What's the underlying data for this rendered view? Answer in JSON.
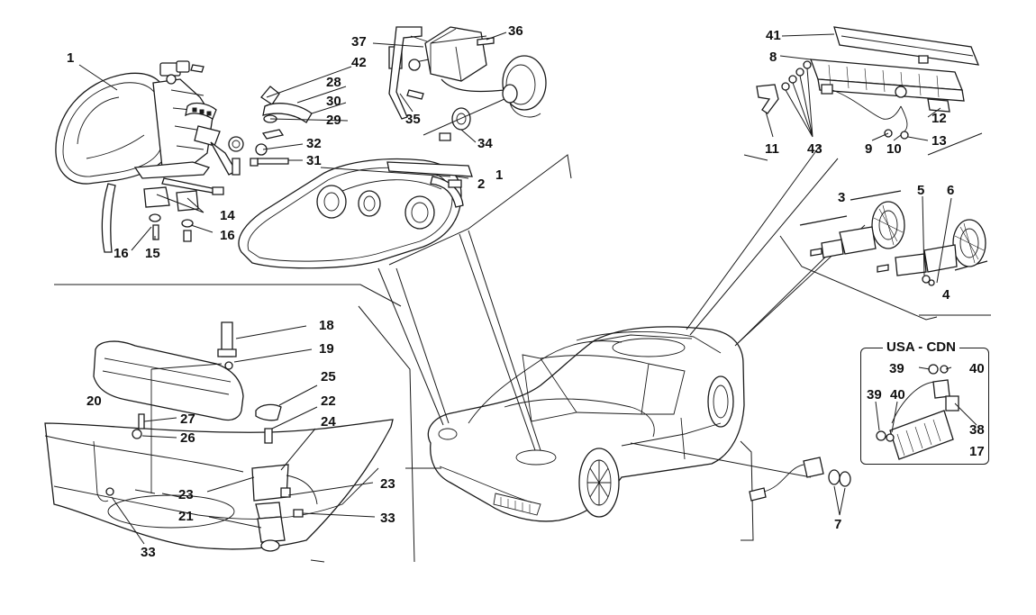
{
  "diagram": {
    "region_label": "USA - CDN",
    "callouts": [
      {
        "id": "callout-1a",
        "text": "1"
      },
      {
        "id": "callout-1b",
        "text": "1"
      },
      {
        "id": "callout-2",
        "text": "2"
      },
      {
        "id": "callout-3",
        "text": "3"
      },
      {
        "id": "callout-4",
        "text": "4"
      },
      {
        "id": "callout-5",
        "text": "5"
      },
      {
        "id": "callout-6",
        "text": "6"
      },
      {
        "id": "callout-7",
        "text": "7"
      },
      {
        "id": "callout-8",
        "text": "8"
      },
      {
        "id": "callout-9",
        "text": "9"
      },
      {
        "id": "callout-10",
        "text": "10"
      },
      {
        "id": "callout-11",
        "text": "11"
      },
      {
        "id": "callout-12",
        "text": "12"
      },
      {
        "id": "callout-13",
        "text": "13"
      },
      {
        "id": "callout-14",
        "text": "14"
      },
      {
        "id": "callout-15",
        "text": "15"
      },
      {
        "id": "callout-16a",
        "text": "16"
      },
      {
        "id": "callout-16b",
        "text": "16"
      },
      {
        "id": "callout-17",
        "text": "17"
      },
      {
        "id": "callout-18",
        "text": "18"
      },
      {
        "id": "callout-19",
        "text": "19"
      },
      {
        "id": "callout-20",
        "text": "20"
      },
      {
        "id": "callout-21",
        "text": "21"
      },
      {
        "id": "callout-22",
        "text": "22"
      },
      {
        "id": "callout-23a",
        "text": "23"
      },
      {
        "id": "callout-23b",
        "text": "23"
      },
      {
        "id": "callout-24",
        "text": "24"
      },
      {
        "id": "callout-25",
        "text": "25"
      },
      {
        "id": "callout-26",
        "text": "26"
      },
      {
        "id": "callout-27",
        "text": "27"
      },
      {
        "id": "callout-28",
        "text": "28"
      },
      {
        "id": "callout-29",
        "text": "29"
      },
      {
        "id": "callout-30",
        "text": "30"
      },
      {
        "id": "callout-31",
        "text": "31"
      },
      {
        "id": "callout-32",
        "text": "32"
      },
      {
        "id": "callout-33a",
        "text": "33"
      },
      {
        "id": "callout-33b",
        "text": "33"
      },
      {
        "id": "callout-34",
        "text": "34"
      },
      {
        "id": "callout-35",
        "text": "35"
      },
      {
        "id": "callout-36",
        "text": "36"
      },
      {
        "id": "callout-37",
        "text": "37"
      },
      {
        "id": "callout-38",
        "text": "38"
      },
      {
        "id": "callout-39a",
        "text": "39"
      },
      {
        "id": "callout-39b",
        "text": "39"
      },
      {
        "id": "callout-40a",
        "text": "40"
      },
      {
        "id": "callout-40b",
        "text": "40"
      },
      {
        "id": "callout-41",
        "text": "41"
      },
      {
        "id": "callout-42",
        "text": "42"
      },
      {
        "id": "callout-43",
        "text": "43"
      }
    ]
  }
}
